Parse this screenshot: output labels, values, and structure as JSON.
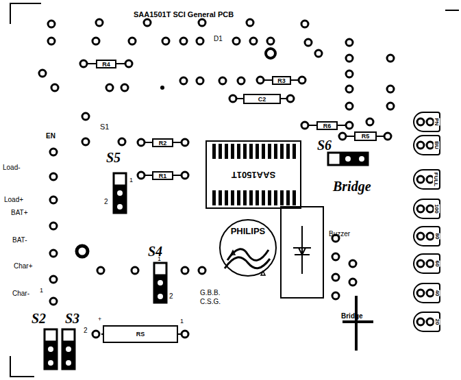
{
  "diagram": {
    "title": "SAA1501T SCI General PCB",
    "nodes": [
      {
        "text": [
          "R4"
        ]
      },
      {
        "text": [
          "R3"
        ]
      },
      {
        "text": [
          "C2"
        ]
      },
      {
        "text": [
          "R6"
        ]
      },
      {
        "text": [
          "R5"
        ]
      },
      {
        "text": [
          "R2"
        ]
      },
      {
        "text": [
          "SAA1501T"
        ]
      },
      {
        "text": [
          "R1"
        ]
      },
      {
        "text": [
          "PHILIPS"
        ]
      },
      {
        "text": [
          "RS"
        ]
      },
      {
        "text": [
          "PN"
        ]
      },
      {
        "text": [
          "BU"
        ]
      },
      {
        "text": [
          "FULL"
        ]
      },
      {
        "text": [
          "100"
        ]
      },
      {
        "text": [
          "80"
        ]
      },
      {
        "text": [
          "60"
        ]
      },
      {
        "text": [
          "40"
        ]
      },
      {
        "text": [
          "20"
        ]
      }
    ],
    "labels": [
      "D1",
      "S1",
      "EN",
      "Load-",
      "Load+",
      "BAT+",
      "BAT-",
      "Char+",
      "Char-",
      "1",
      "S5",
      "1",
      "2",
      "S6",
      "Bridge",
      "S4",
      "1",
      "2",
      "G.B.B.",
      "C.S.G.",
      "Buzzer",
      "Bridge",
      "S2",
      "S3",
      "+",
      "2",
      "1"
    ]
  }
}
